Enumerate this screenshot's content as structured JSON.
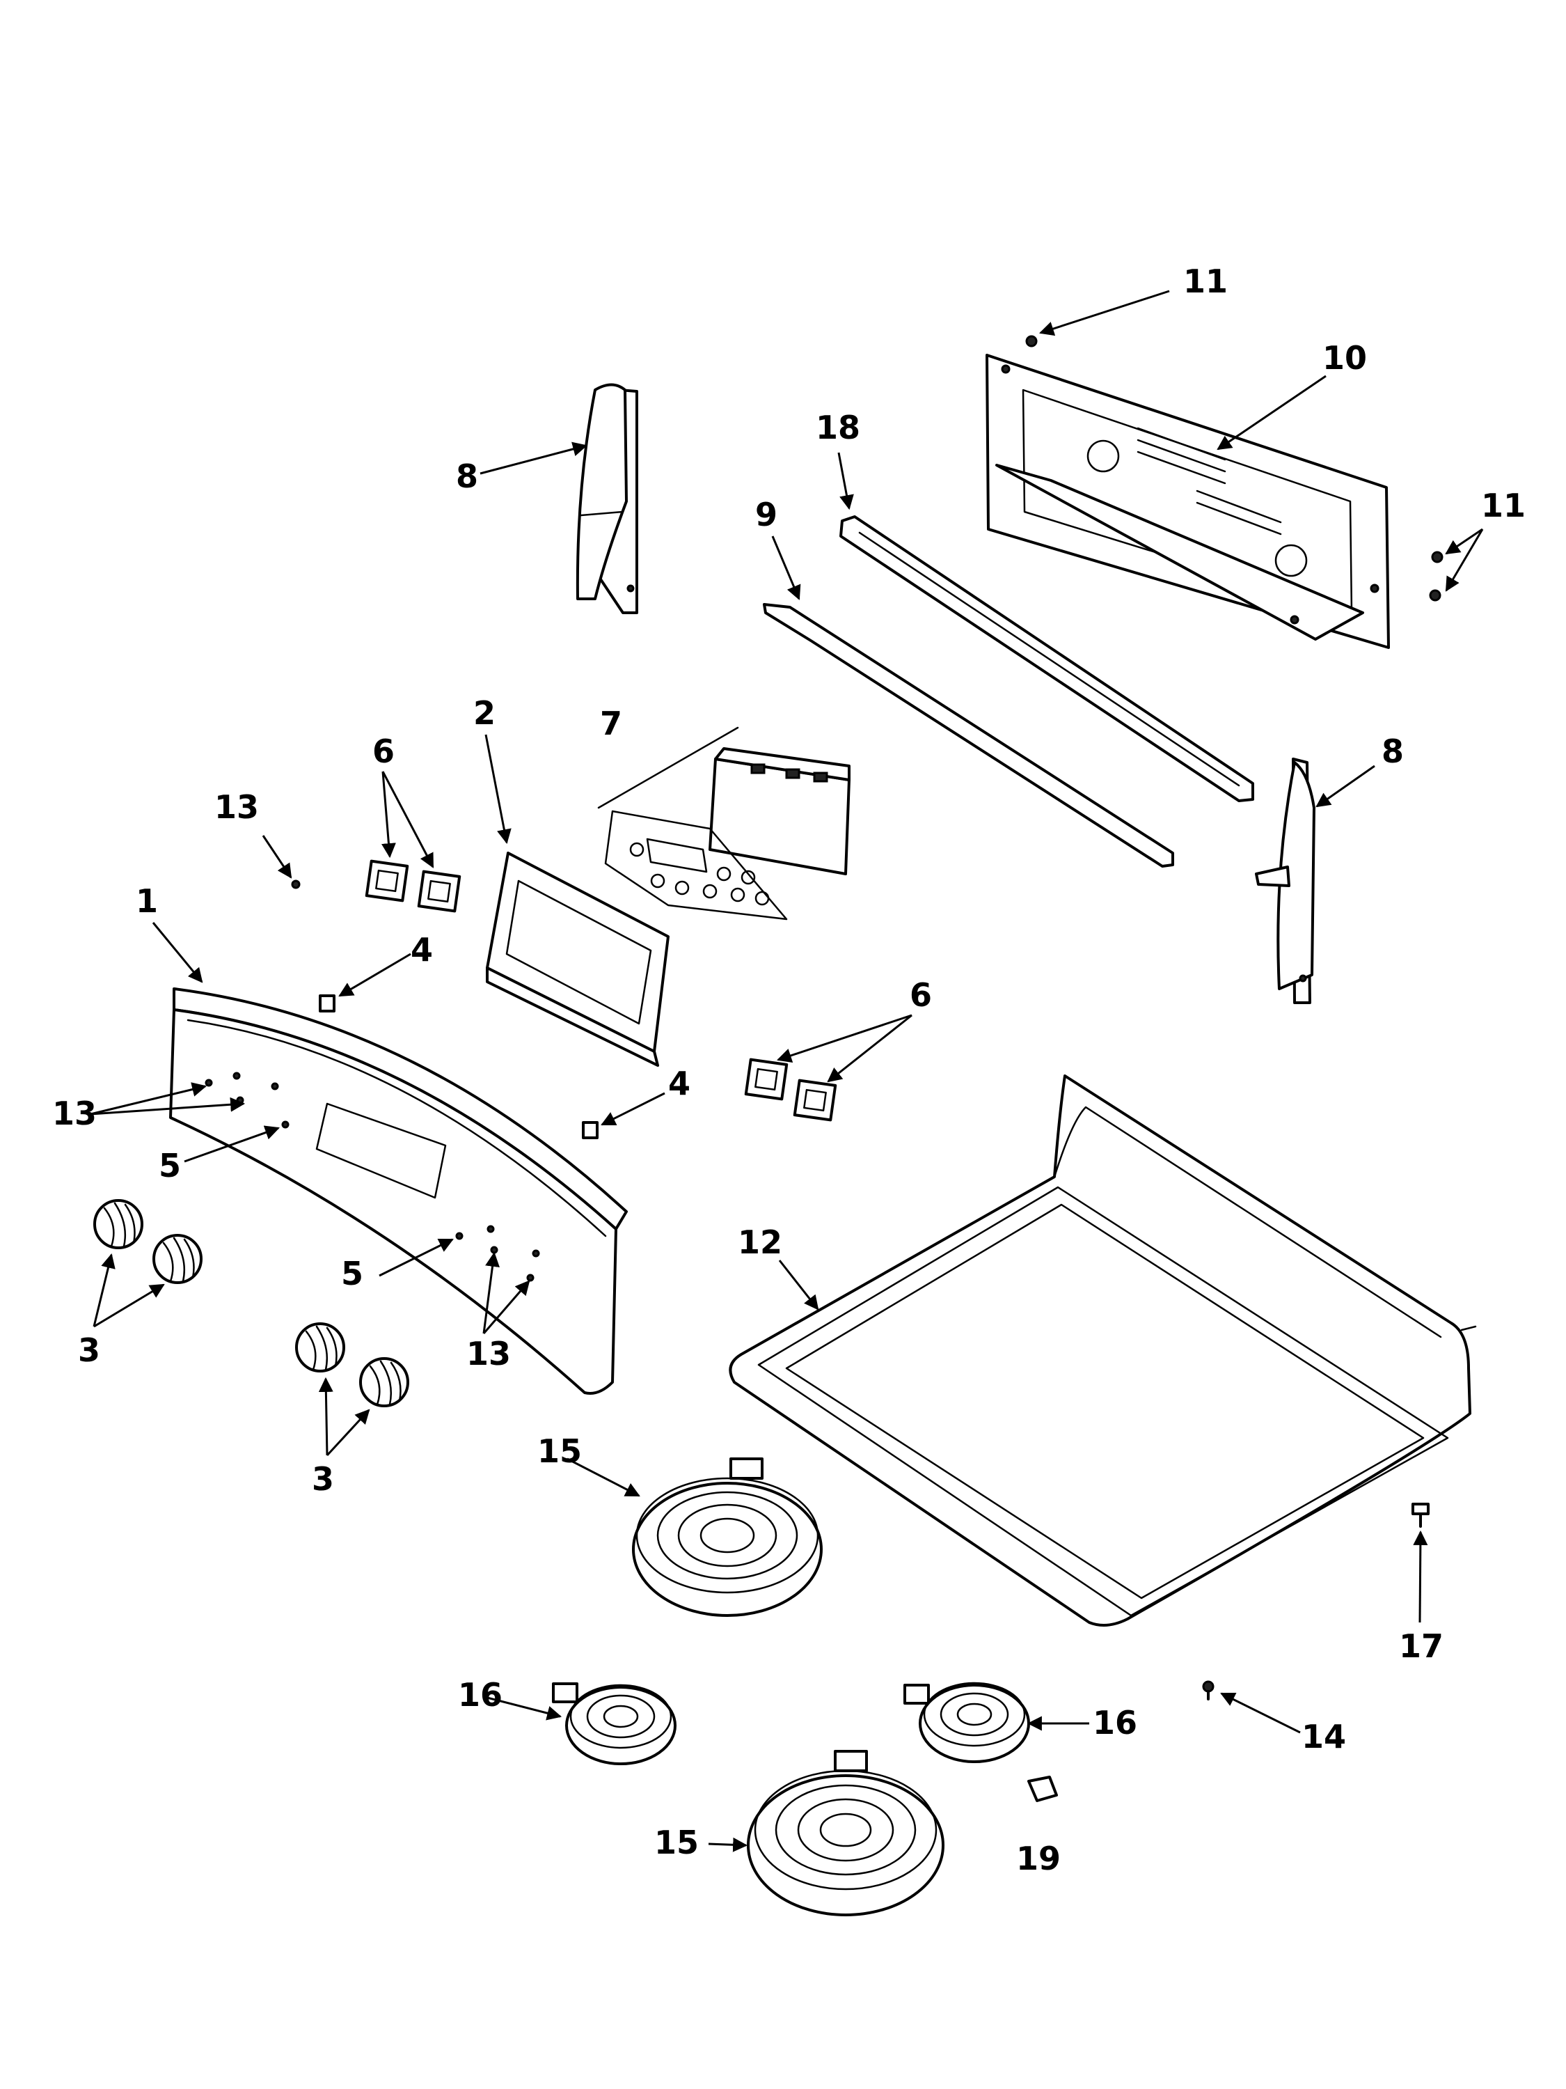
{
  "callouts": {
    "c1": "1",
    "c2": "2",
    "c3a": "3",
    "c3b": "3",
    "c4a": "4",
    "c4b": "4",
    "c5a": "5",
    "c5b": "5",
    "c6a": "6",
    "c6b": "6",
    "c7": "7",
    "c8a": "8",
    "c8b": "8",
    "c9": "9",
    "c10": "10",
    "c11a": "11",
    "c11b": "11",
    "c12": "12",
    "c13a": "13",
    "c13b": "13",
    "c13c": "13",
    "c14": "14",
    "c15a": "15",
    "c15b": "15",
    "c16a": "16",
    "c16b": "16",
    "c17": "17",
    "c18": "18",
    "c19": "19"
  }
}
